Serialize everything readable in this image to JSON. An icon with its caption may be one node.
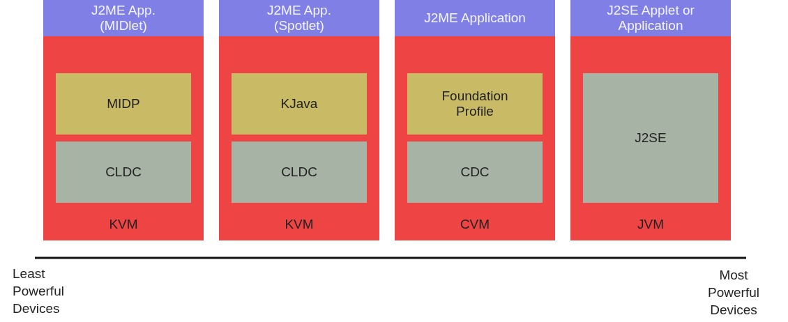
{
  "diagram": {
    "nodes": [
      {
        "text": [
          "KVM"
        ]
      },
      {
        "text": [
          "J2ME App. (MIDlet)"
        ],
        "in": 0
      },
      {
        "text": [
          "MIDP"
        ],
        "in": 0
      },
      {
        "text": [
          "CLDC"
        ],
        "in": 0
      },
      {
        "text": [
          "KVM"
        ]
      },
      {
        "text": [
          "J2ME App. (Spotlet)"
        ],
        "in": 4
      },
      {
        "text": [
          "KJava"
        ],
        "in": 4
      },
      {
        "text": [
          "CLDC"
        ],
        "in": 4
      },
      {
        "text": [
          "CVM"
        ]
      },
      {
        "text": [
          "J2ME Application"
        ],
        "in": 8
      },
      {
        "text": [
          "Foundation Profile"
        ],
        "in": 8
      },
      {
        "text": [
          "CDC"
        ],
        "in": 8
      },
      {
        "text": [
          "JVM"
        ]
      },
      {
        "text": [
          "J2SE Applet or Application"
        ],
        "in": 12
      },
      {
        "text": [
          "J2SE"
        ],
        "in": 12
      }
    ],
    "labels": [
      "Least Powerful Devices",
      "Most Powerful Devices"
    ]
  }
}
